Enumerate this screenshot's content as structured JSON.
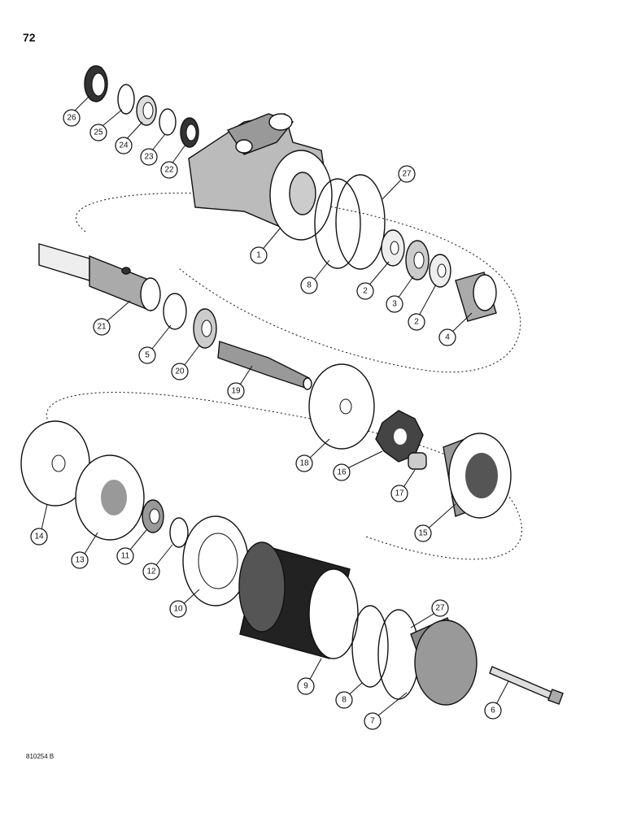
{
  "page": {
    "number": "72",
    "figure_code": "810254 B"
  },
  "callouts": [
    "1",
    "2",
    "2",
    "3",
    "4",
    "5",
    "6",
    "7",
    "8",
    "8",
    "9",
    "10",
    "11",
    "12",
    "13",
    "14",
    "15",
    "16",
    "17",
    "18",
    "19",
    "20",
    "21",
    "22",
    "23",
    "24",
    "25",
    "26",
    "27",
    "27"
  ]
}
